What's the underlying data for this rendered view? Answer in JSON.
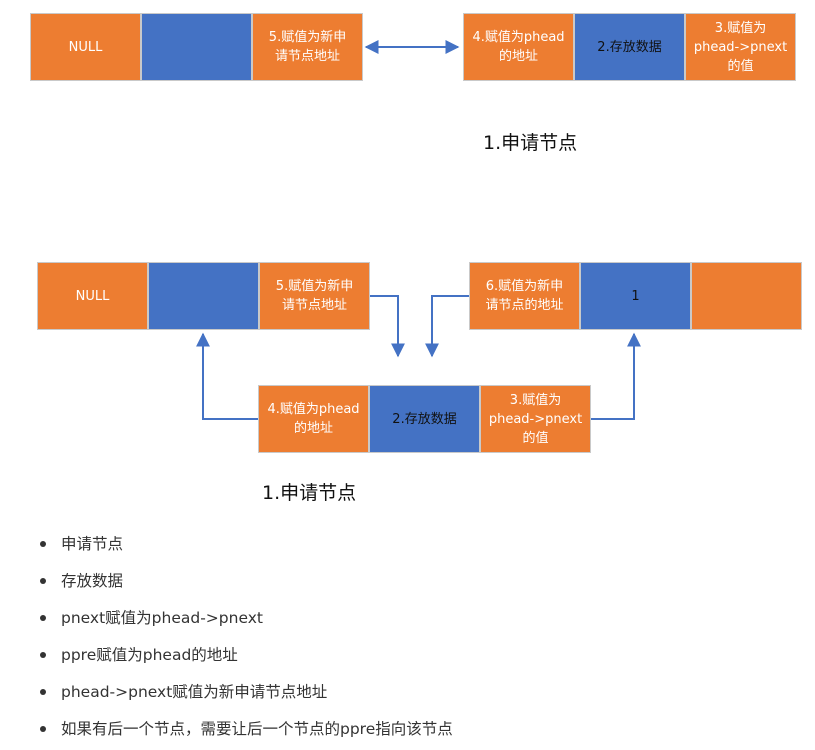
{
  "colors": {
    "orange": "#ED7D31",
    "blue": "#4472C4",
    "arrow": "#4472C4"
  },
  "diagram1": {
    "node_left": {
      "cell1": "NULL",
      "cell2": "",
      "cell3": "5.赋值为新申\n请节点地址"
    },
    "node_right": {
      "cell1": "4.赋值为phead\n的地址",
      "cell2": "2.存放数据",
      "cell3": "3.赋值为\nphead->pnext\n的值"
    },
    "caption": "1.申请节点"
  },
  "diagram2": {
    "node_left": {
      "cell1": "NULL",
      "cell2": "",
      "cell3": "5.赋值为新申\n请节点地址"
    },
    "node_right": {
      "cell1": "6.赋值为新申\n请节点的地址",
      "cell2": "1",
      "cell3": ""
    },
    "node_new": {
      "cell1": "4.赋值为phead\n的地址",
      "cell2": "2.存放数据",
      "cell3": "3.赋值为\nphead->pnext\n的值"
    },
    "caption": "1.申请节点"
  },
  "steps": [
    "申请节点",
    "存放数据",
    "pnext赋值为phead->pnext",
    "ppre赋值为phead的地址",
    "phead->pnext赋值为新申请节点地址",
    "如果有后一个节点，需要让后一个节点的ppre指向该节点"
  ]
}
